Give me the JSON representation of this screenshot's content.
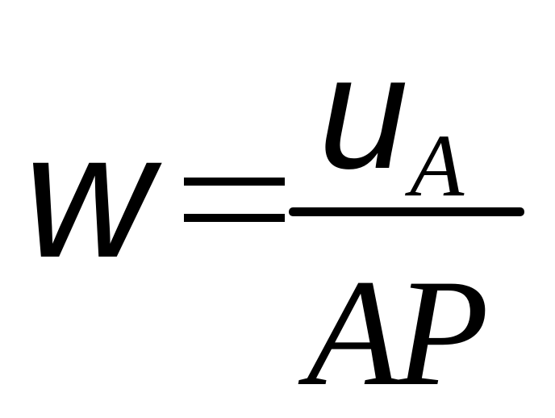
{
  "formula": {
    "lhs_variable": "w",
    "equals_sign": "=",
    "numerator_variable": "u",
    "numerator_subscript": "A",
    "denominator": "AP"
  }
}
